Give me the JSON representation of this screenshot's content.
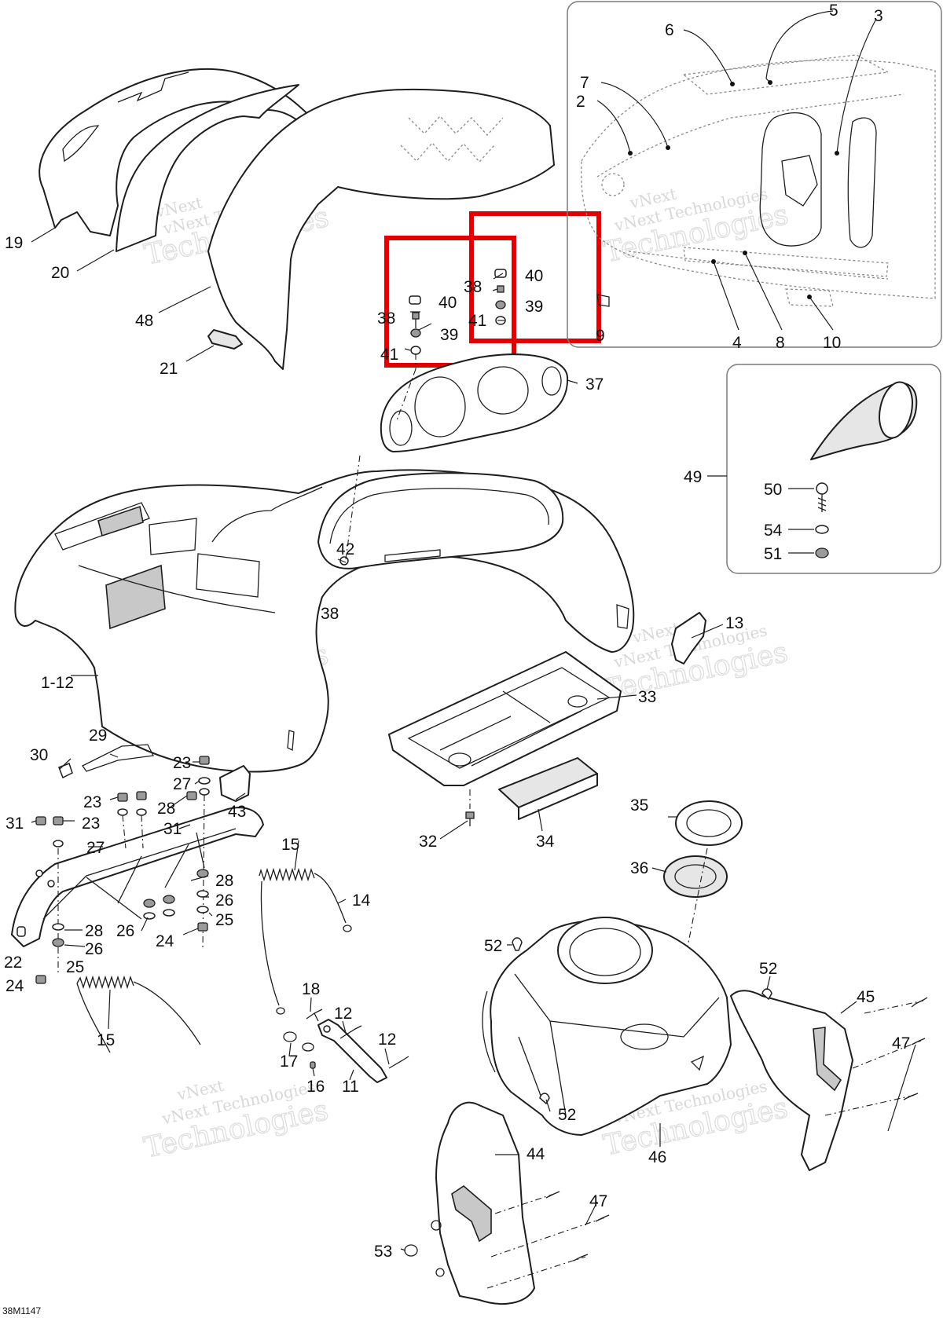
{
  "diagram_code": "38M1147",
  "watermark": {
    "line1": "vNext Technologies",
    "line2": "vNext",
    "line3": "Technologies"
  },
  "callouts": {
    "c19": "19",
    "c20": "20",
    "c48": "48",
    "c21": "21",
    "c40a": "40",
    "c38a": "38",
    "c39a": "39",
    "c41a": "41",
    "c40b": "40",
    "c38b": "38",
    "c39b": "39",
    "c41b": "41",
    "c37": "37",
    "c5": "5",
    "c3": "3",
    "c6": "6",
    "c7": "7",
    "c2": "2",
    "c4": "4",
    "c8": "8",
    "c10": "10",
    "c9": "9",
    "c49": "49",
    "c50": "50",
    "c54": "54",
    "c51": "51",
    "c42": "42",
    "c38c": "38",
    "c112": "1-12",
    "c13": "13",
    "c33": "33",
    "c29": "29",
    "c30": "30",
    "c23a": "23",
    "c27a": "27",
    "c23b": "23",
    "c28a": "28",
    "c43": "43",
    "c31a": "31",
    "c23c": "23",
    "c31b": "31",
    "c27b": "27",
    "c28b": "28",
    "c26a": "26",
    "c25a": "25",
    "c26b": "26",
    "c24a": "24",
    "c28c": "28",
    "c26c": "26",
    "c22": "22",
    "c25b": "25",
    "c24b": "24",
    "c32": "32",
    "c34": "34",
    "c35": "35",
    "c36": "36",
    "c15a": "15",
    "c14": "14",
    "c15b": "15",
    "c18": "18",
    "c12a": "12",
    "c12b": "12",
    "c17": "17",
    "c16": "16",
    "c11": "11",
    "c52a": "52",
    "c52b": "52",
    "c52c": "52",
    "c45": "45",
    "c47a": "47",
    "c47b": "47",
    "c44": "44",
    "c46": "46",
    "c53": "53"
  },
  "colors": {
    "highlight": "#e00000",
    "line": "#1e1e1e",
    "inset_border": "#7a7a7a",
    "watermark": "#d8d8d8"
  }
}
